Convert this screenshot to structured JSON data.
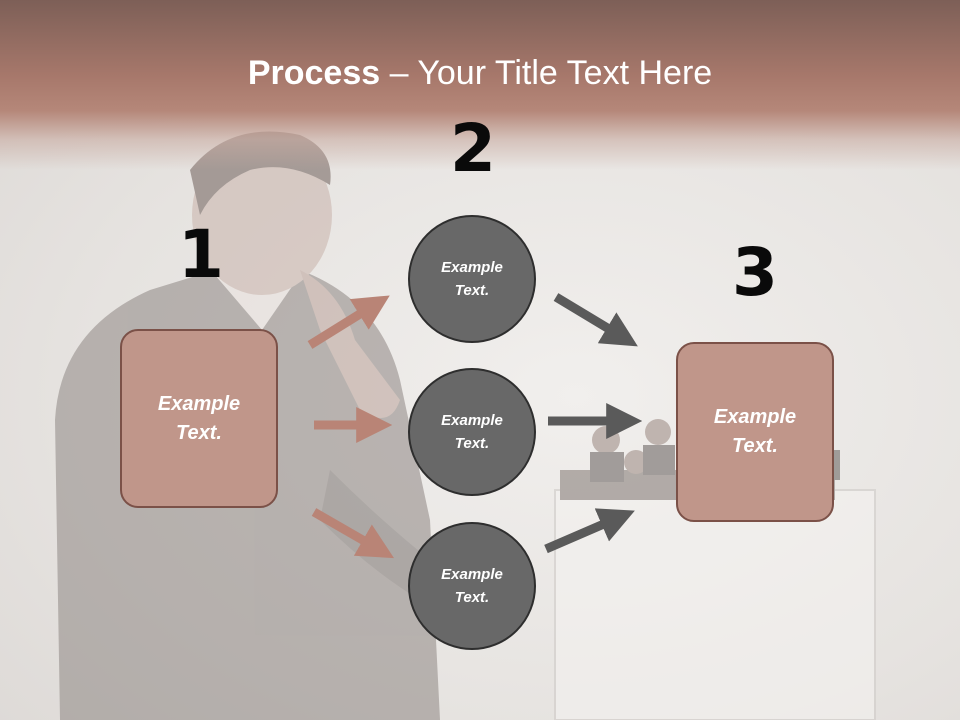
{
  "slide": {
    "title_bold": "Process",
    "title_separator": " – ",
    "title_rest": "Your Title Text Here"
  },
  "steps": {
    "step1_number": "1",
    "step2_number": "2",
    "step3_number": "3"
  },
  "nodes": {
    "left_box": "Example\nText.",
    "circle_top": "Example\nText.",
    "circle_middle": "Example\nText.",
    "circle_bottom": "Example\nText.",
    "right_box": "Example\nText."
  },
  "colors": {
    "header": "#a7786b",
    "box_fill": "#c0968a",
    "box_border": "#7b5148",
    "circle_fill": "#686868",
    "arrow_pink": "#b98476",
    "arrow_gray": "#5a5a5a"
  }
}
